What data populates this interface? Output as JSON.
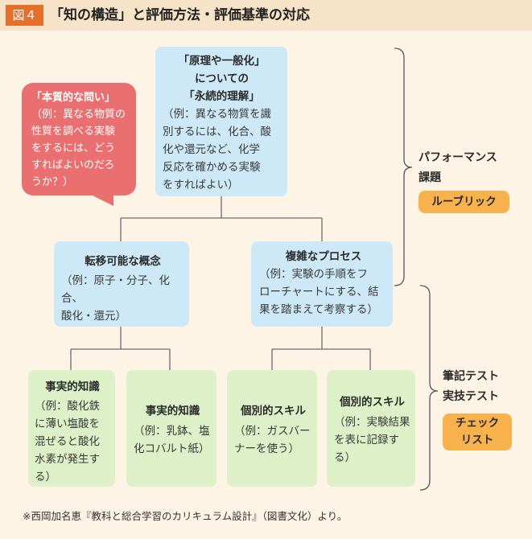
{
  "header": {
    "figure_number": "図４",
    "title": "「知の構造」と評価方法・評価基準の対応"
  },
  "top_box": {
    "title_lines": [
      "「原理や一般化」",
      "についての",
      "「永続的理解」"
    ],
    "example_lines": [
      "（例：異なる物質を識",
      "別するには、化合、酸",
      "化や還元など、化学",
      "反応を確かめる実験",
      "をすればよい）"
    ]
  },
  "question_bubble": {
    "title": "「本質的な問い」",
    "lines": [
      "（例：異なる物質の",
      "性質を調べる実験",
      "をするには、どう",
      "すればよいのだろ",
      "うか？）"
    ]
  },
  "mid_left_box": {
    "title": "転移可能な概念",
    "lines": [
      "（例：原子・分子、化合、",
      "酸化・還元）"
    ]
  },
  "mid_right_box": {
    "title": "複雑なプロセス",
    "lines": [
      "（例：実験の手順をフ",
      "ローチャートにする、結",
      "果を踏まえて考察する）"
    ]
  },
  "bottom_boxes": [
    {
      "title": "事実的知識",
      "lines": [
        "（例：酸化鉄",
        "に薄い塩酸を",
        "混ぜると酸化",
        "水素が発生す",
        "る）"
      ]
    },
    {
      "title": "事実的知識",
      "lines": [
        "（例：乳鉢、塩",
        "化コバルト紙）"
      ]
    },
    {
      "title": "個別的スキル",
      "lines": [
        "（例：ガスバー",
        "ナーを使う）"
      ]
    },
    {
      "title": "個別的スキル",
      "lines": [
        "（例：実験結果",
        "を表に記録す",
        "る）"
      ]
    }
  ],
  "assessment_upper": {
    "lines": [
      "パフォーマンス",
      "課題"
    ],
    "criterion": "ルーブリック"
  },
  "assessment_lower": {
    "lines": [
      "筆記テスト",
      "実技テスト"
    ],
    "criterion_lines": [
      "チェック",
      "リスト"
    ]
  },
  "source_note": "※西岡加名恵『教科と総合学習のカリキュラム設計』（図書文化）より。",
  "colors": {
    "badge": "#e46f2b",
    "header_band": "#f6e3c8",
    "background": "#fdf4e6",
    "blue_box": "#cde9f7",
    "green_box": "#def0c7",
    "question_bubble": "#ea6f70",
    "criterion_pill": "#f7b24e",
    "connector": "#6b6b6b"
  }
}
